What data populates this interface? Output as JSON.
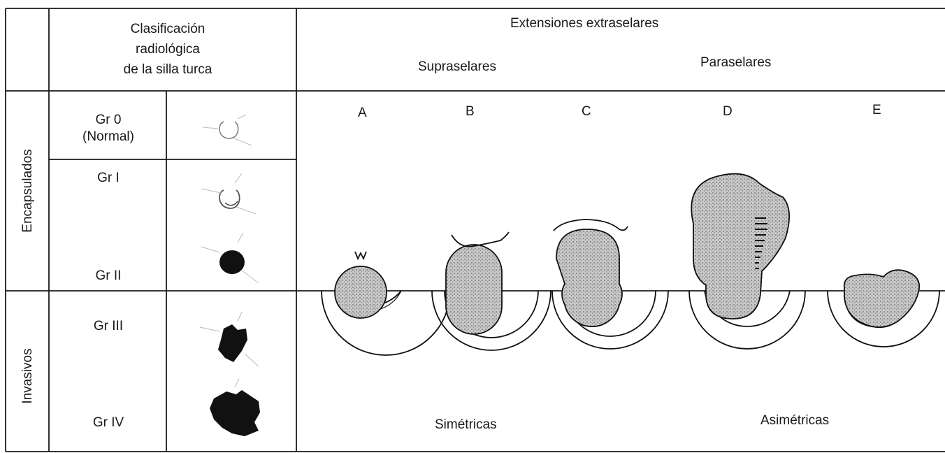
{
  "header": {
    "classification_title": [
      "Clasificación",
      "radiológica",
      "de la silla turca"
    ],
    "extensions_title": "Extensiones extraselares",
    "suprasellar": "Supraselares",
    "parasellar": "Paraselares"
  },
  "row_groups": {
    "encapsulated": "Encapsulados",
    "invasive": "Invasivos"
  },
  "grades": {
    "gr0": [
      "Gr 0",
      "(Normal)"
    ],
    "gr1": "Gr I",
    "gr2": "Gr II",
    "gr3": "Gr III",
    "gr4": "Gr IV"
  },
  "extension_types": [
    "A",
    "B",
    "C",
    "D",
    "E"
  ],
  "symmetry": {
    "symmetric": "Simétricas",
    "asymmetric": "Asimétricas"
  }
}
